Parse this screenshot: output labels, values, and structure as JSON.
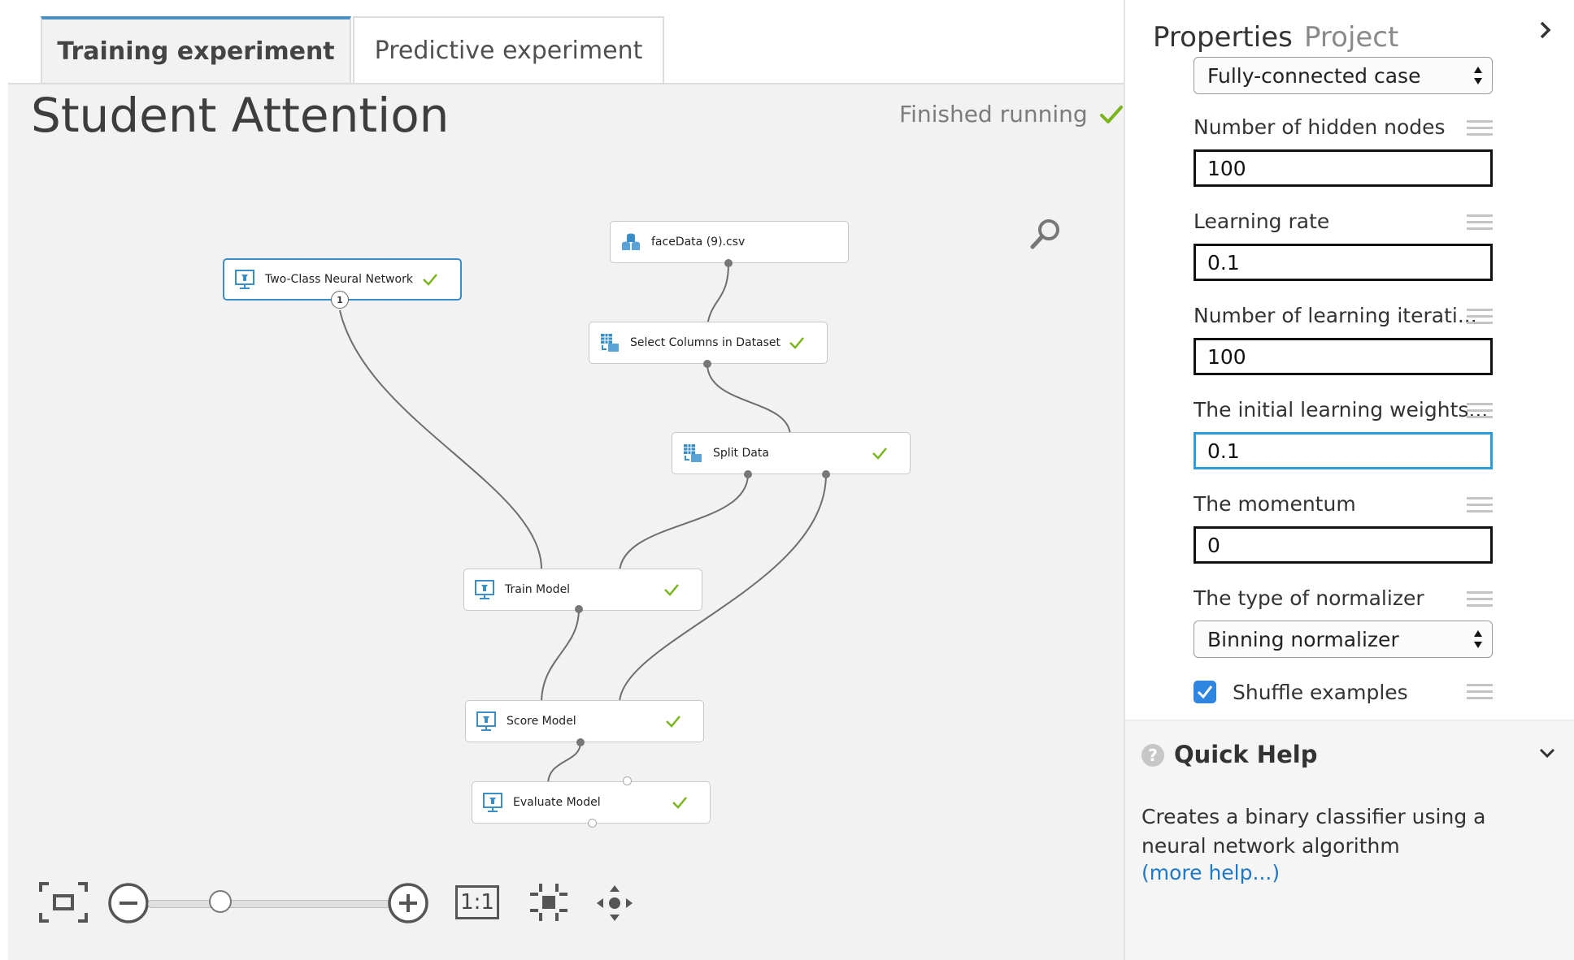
{
  "tabs": {
    "training": "Training experiment",
    "predictive": "Predictive experiment"
  },
  "experiment": {
    "title": "Student Attention",
    "status": "Finished running"
  },
  "nodes": {
    "neural_net": "Two-Class Neural Network",
    "neural_net_port": "1",
    "face_data": "faceData (9).csv",
    "select_columns": "Select Columns in Dataset",
    "split_data": "Split Data",
    "train_model": "Train Model",
    "score_model": "Score Model",
    "evaluate_model": "Evaluate Model"
  },
  "toolbar": {
    "zoom_actual": "1:1",
    "zoom_level": 0.3
  },
  "properties": {
    "tab_properties": "Properties",
    "tab_project": "Project",
    "topology": "Fully-connected case",
    "fields": [
      {
        "label": "Number of hidden nodes",
        "value": "100"
      },
      {
        "label": "Learning rate",
        "value": "0.1"
      },
      {
        "label": "Number of learning iterati...",
        "value": "100"
      },
      {
        "label": "The initial learning weights...",
        "value": "0.1"
      },
      {
        "label": "The momentum",
        "value": "0"
      }
    ],
    "normalizer_label": "The type of normalizer",
    "normalizer": "Binning normalizer",
    "shuffle_label": "Shuffle examples",
    "shuffle_checked": true
  },
  "quick_help": {
    "icon": "?",
    "title": "Quick Help",
    "description": "Creates a binary classifier using a neural network algorithm",
    "link": "(more help...)"
  },
  "colors": {
    "accent": "#3a8ec6",
    "check_green": "#7ab51d",
    "focus_blue": "#2d9bd8",
    "link_blue": "#1e78c8"
  }
}
